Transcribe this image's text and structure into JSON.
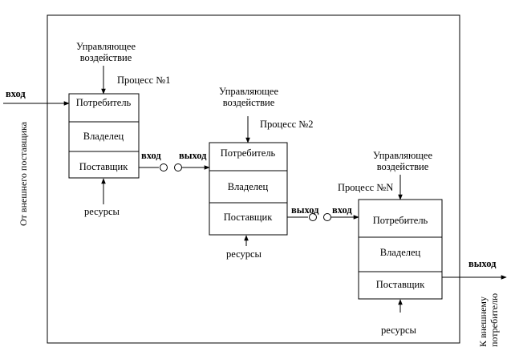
{
  "labels": {
    "input": "вход",
    "output": "выход",
    "from_supplier": "От внешнего поставщика",
    "to_consumer_line1": "К внешнему",
    "to_consumer_line2": "потребителю"
  },
  "processes": [
    {
      "title": "Процесс №1",
      "control_line1": "Управляющее",
      "control_line2": "воздействие",
      "rows": [
        "Потребитель",
        "Владелец",
        "Поставщик"
      ],
      "resources": "ресурсы"
    },
    {
      "title": "Процесс №2",
      "control_line1": "Управляющее",
      "control_line2": "воздействие",
      "rows": [
        "Потребитель",
        "Владелец",
        "Поставщик"
      ],
      "resources": "ресурсы"
    },
    {
      "title": "Процесс №N",
      "control_line1": "Управляющее",
      "control_line2": "воздействие",
      "rows": [
        "Потребитель",
        "Владелец",
        "Поставщик"
      ],
      "resources": "ресурсы"
    }
  ],
  "connectors": [
    {
      "left_label": "вход",
      "right_label": "выход"
    },
    {
      "left_label": "выход",
      "right_label": "вход"
    }
  ]
}
